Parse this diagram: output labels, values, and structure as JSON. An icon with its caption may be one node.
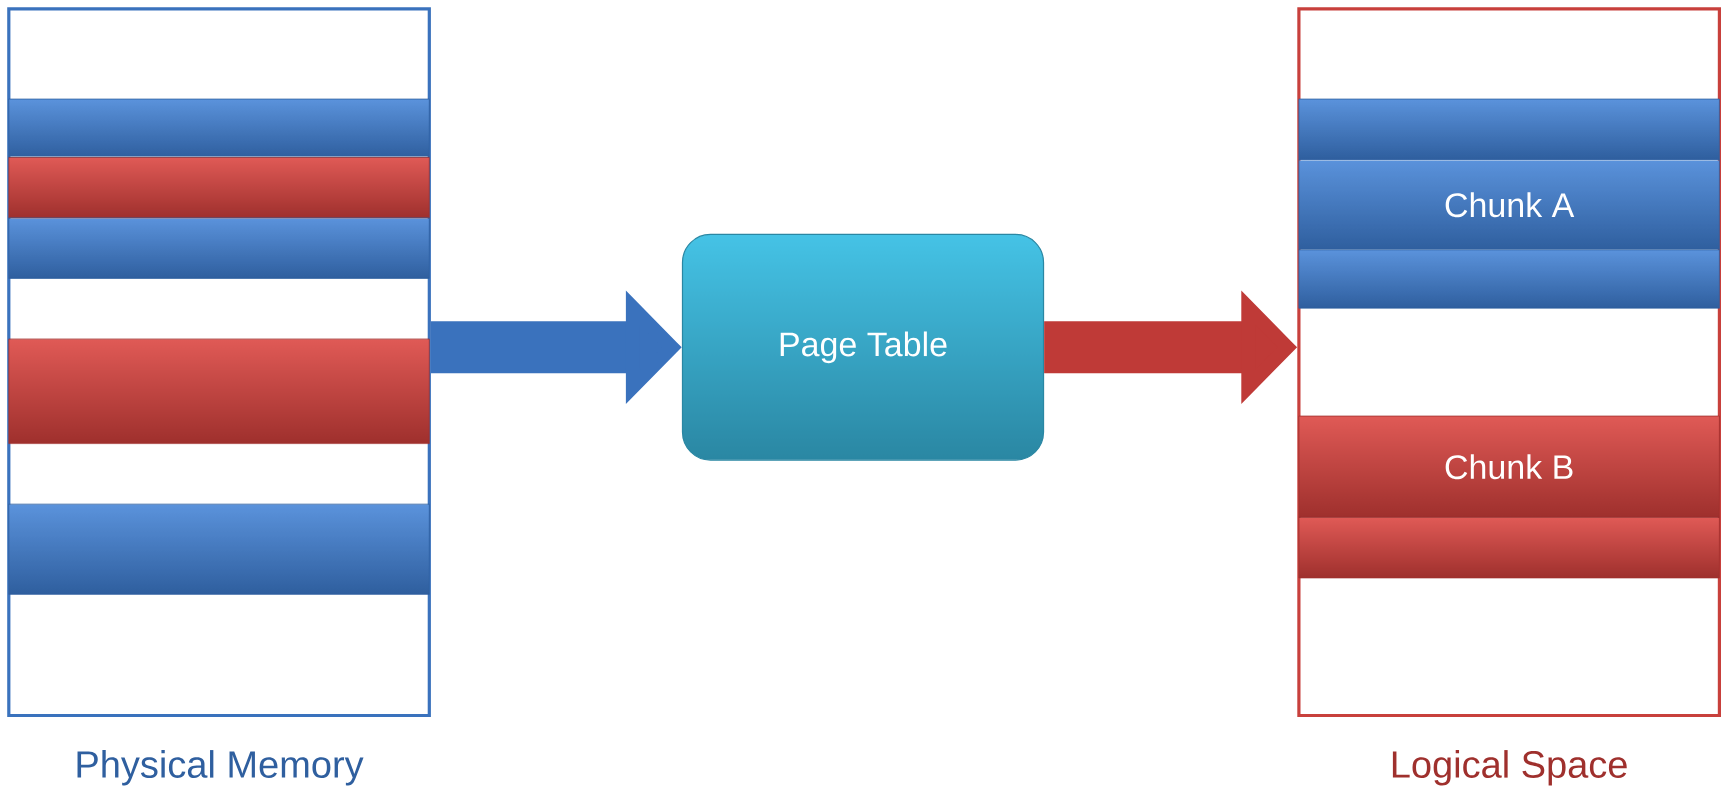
{
  "diagram": {
    "nodes": [
      {
        "text": [
          "Physical Memory"
        ]
      },
      {
        "text": [],
        "shape": "bar",
        "in": 0
      },
      {
        "text": [],
        "shape": "bar",
        "in": 0
      },
      {
        "text": [],
        "shape": "bar",
        "in": 0
      },
      {
        "text": [],
        "shape": "bar",
        "in": 0
      },
      {
        "text": [],
        "shape": "bar",
        "in": 0
      },
      {
        "text": [
          "Page Table"
        ]
      },
      {
        "text": [
          "Logical Space"
        ]
      },
      {
        "text": [],
        "shape": "bar",
        "in": 7
      },
      {
        "text": [
          "Chunk A"
        ],
        "in": 7
      },
      {
        "text": [],
        "shape": "bar",
        "in": 7
      },
      {
        "text": [
          "Chunk B"
        ],
        "in": 7
      },
      {
        "text": [],
        "shape": "bar",
        "in": 7
      }
    ],
    "edges": [
      {
        "from": 0,
        "to": 6,
        "arrow": "to",
        "color": "#3a72bd"
      },
      {
        "from": 6,
        "to": 7,
        "arrow": "to",
        "color": "#bf3a37"
      }
    ]
  }
}
